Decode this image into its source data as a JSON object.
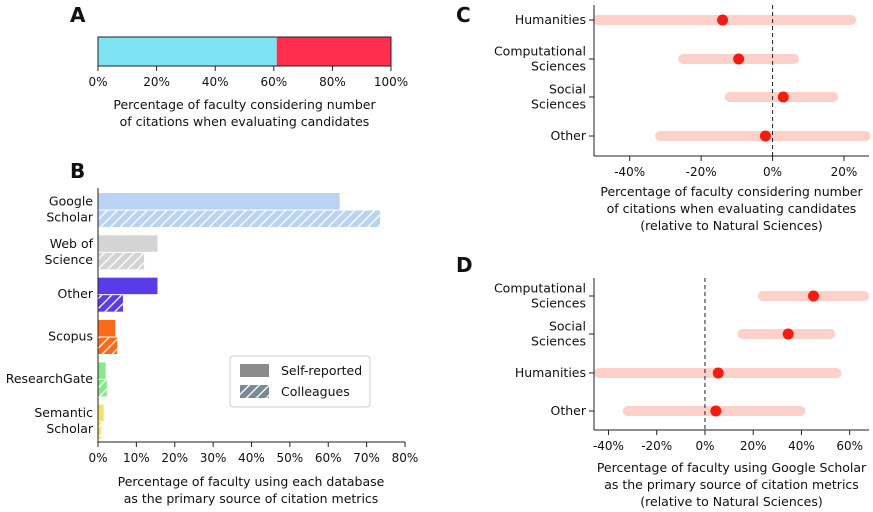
{
  "colors": {
    "cyan": "#7de3f4",
    "red": "#ff2e4e",
    "ci": "#fdd0c9",
    "dot": "#f21c12",
    "google": "#b9d3f2",
    "wos": "#d4d4d4",
    "other": "#5a3bea",
    "scopus": "#f96b1b",
    "researchgate": "#88e88a",
    "semantic": "#f2e26b",
    "legend_solid": "#8a8a8a",
    "legend_hatch": "#7a8a92"
  },
  "chart_data": [
    {
      "panel": "A",
      "type": "bar",
      "orientation": "horizontal-stacked",
      "segments": [
        {
          "value_start": 0,
          "value_end": 61,
          "color": "#7de3f4"
        },
        {
          "value_start": 61,
          "value_end": 100,
          "color": "#ff2e4e"
        }
      ],
      "xticks": [
        "0%",
        "20%",
        "40%",
        "60%",
        "80%",
        "100%"
      ],
      "xlim": [
        0,
        100
      ],
      "xlabel": [
        "Percentage of faculty considering number",
        "of citations when evaluating candidates"
      ]
    },
    {
      "panel": "B",
      "type": "bar",
      "orientation": "horizontal",
      "categories": [
        {
          "label": [
            "Google",
            "Scholar"
          ],
          "self": 63,
          "colleagues": 73.5,
          "color": "#b9d3f2"
        },
        {
          "label": [
            "Web of",
            "Science"
          ],
          "self": 15.5,
          "colleagues": 12,
          "color": "#d4d4d4"
        },
        {
          "label": [
            "Other"
          ],
          "self": 15.5,
          "colleagues": 6.5,
          "color": "#5a3bea"
        },
        {
          "label": [
            "Scopus"
          ],
          "self": 4.5,
          "colleagues": 5,
          "color": "#f96b1b"
        },
        {
          "label": [
            "ResearchGate"
          ],
          "self": 2,
          "colleagues": 2.3,
          "color": "#88e88a"
        },
        {
          "label": [
            "Semantic",
            "Scholar"
          ],
          "self": 1.5,
          "colleagues": 0.8,
          "color": "#f2e26b"
        }
      ],
      "series": [
        {
          "name": "Self-reported"
        },
        {
          "name": "Colleagues"
        }
      ],
      "legend_position": "lower-right",
      "xticks": [
        "0%",
        "10%",
        "20%",
        "30%",
        "40%",
        "50%",
        "60%",
        "70%",
        "80%"
      ],
      "xlim": [
        0,
        80
      ],
      "xlabel": [
        "Percentage of faculty using each database",
        "as the primary source of citation metrics"
      ]
    },
    {
      "panel": "C",
      "type": "scatter",
      "subtype": "point-with-interval",
      "points": [
        {
          "label": [
            "Humanities"
          ],
          "value": -14,
          "low": -49,
          "high": 22
        },
        {
          "label": [
            "Computational",
            "Sciences"
          ],
          "value": -9.5,
          "low": -25,
          "high": 6
        },
        {
          "label": [
            "Social",
            "Sciences"
          ],
          "value": 3,
          "low": -12,
          "high": 17
        },
        {
          "label": [
            "Other"
          ],
          "value": -2,
          "low": -31.5,
          "high": 26
        }
      ],
      "reference_line": 0,
      "xticks": [
        {
          "v": -40,
          "t": "-40%"
        },
        {
          "v": -20,
          "t": "-20%"
        },
        {
          "v": 0,
          "t": "0%"
        },
        {
          "v": 20,
          "t": "20%"
        }
      ],
      "xlim": [
        -50,
        27
      ],
      "xlabel": [
        "Percentage of faculty considering number",
        "of citations when evaluating candidates",
        "(relative to Natural Sciences)"
      ]
    },
    {
      "panel": "D",
      "type": "scatter",
      "subtype": "point-with-interval",
      "points": [
        {
          "label": [
            "Computational",
            "Sciences"
          ],
          "value": 45,
          "low": 24,
          "high": 66
        },
        {
          "label": [
            "Social",
            "Sciences"
          ],
          "value": 34.5,
          "low": 15.5,
          "high": 52
        },
        {
          "label": [
            "Humanities"
          ],
          "value": 5.5,
          "low": -44,
          "high": 54.5
        },
        {
          "label": [
            "Other"
          ],
          "value": 4.5,
          "low": -32,
          "high": 39.5
        }
      ],
      "reference_line": 0,
      "xticks": [
        {
          "v": -40,
          "t": "-40%"
        },
        {
          "v": -20,
          "t": "-20%"
        },
        {
          "v": 0,
          "t": "0%"
        },
        {
          "v": 20,
          "t": "20%"
        },
        {
          "v": 40,
          "t": "40%"
        },
        {
          "v": 60,
          "t": "60%"
        }
      ],
      "xlim": [
        -46,
        68
      ],
      "xlabel": [
        "Percentage of faculty using Google Scholar",
        "as the primary source of citation metrics",
        "(relative to Natural Sciences)"
      ]
    }
  ],
  "panels": {
    "a": "A",
    "b": "B",
    "c": "C",
    "d": "D"
  },
  "legend": {
    "self": "Self-reported",
    "colleagues": "Colleagues"
  }
}
